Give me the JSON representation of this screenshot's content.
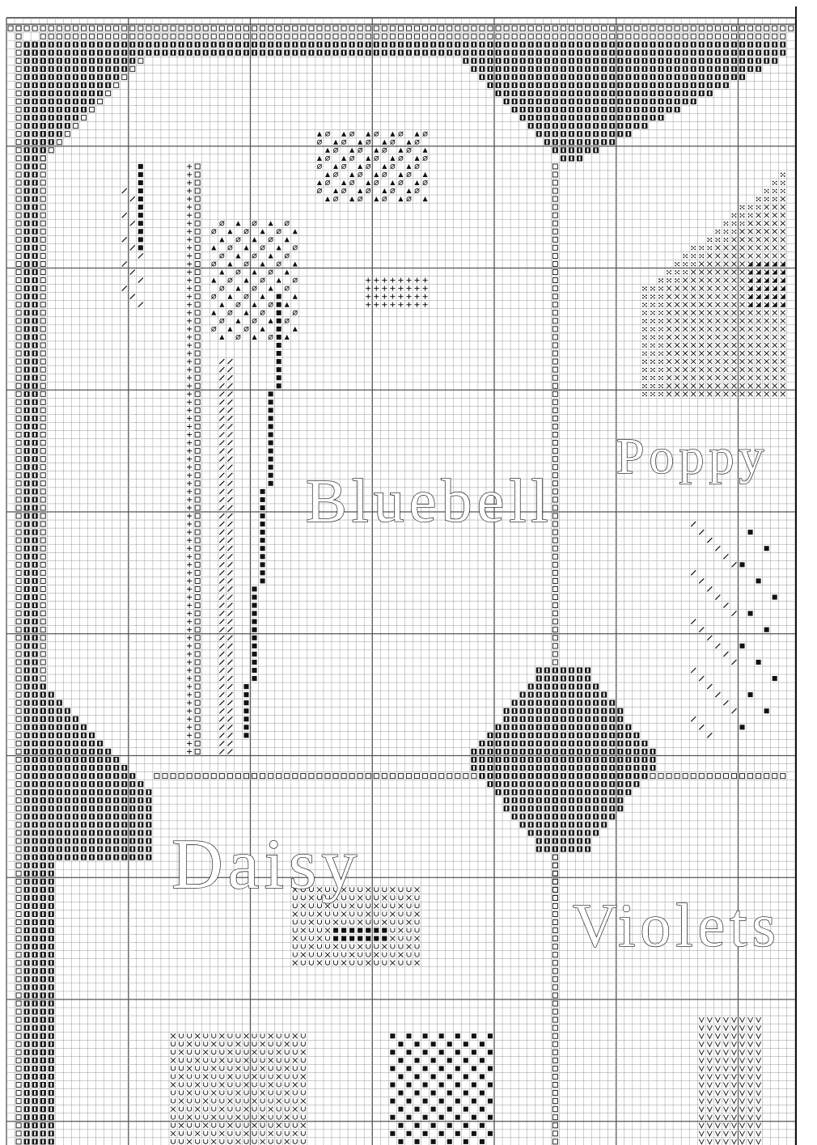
{
  "labels": {
    "bluebell": "Bluebell",
    "poppy": "Poppy",
    "daisy": "Daisy",
    "violets": "Violets"
  },
  "palette": {
    "grid_line": "#9a9a9a",
    "major_line": "#555555",
    "ink": "#111111"
  }
}
